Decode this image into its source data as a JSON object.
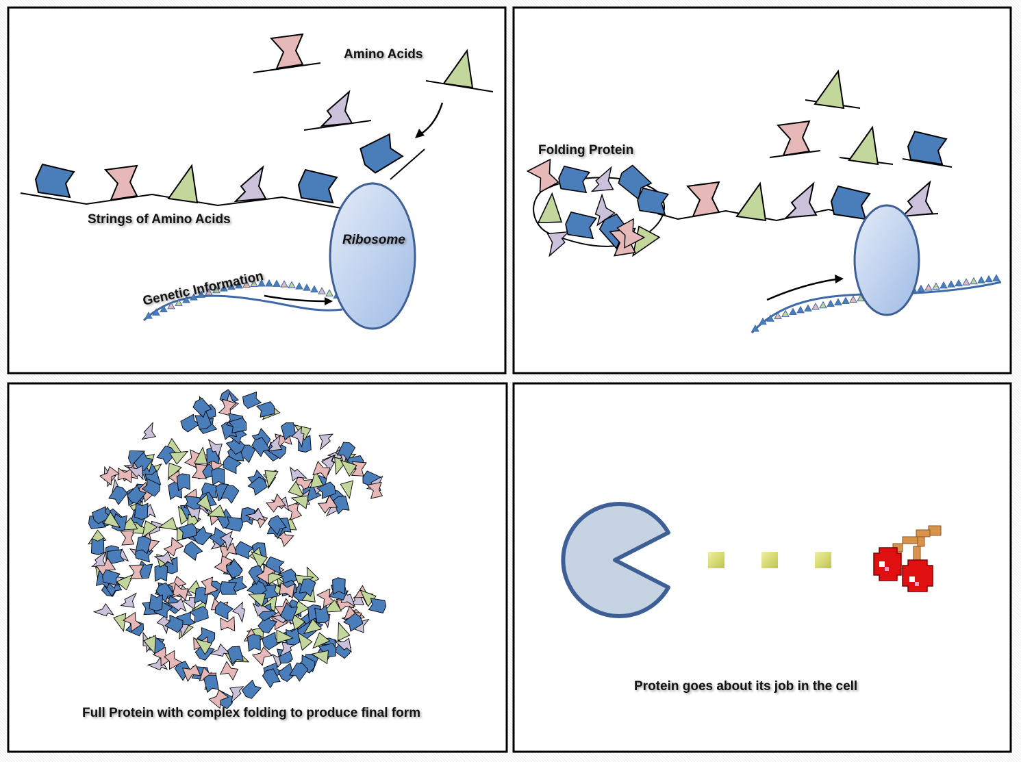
{
  "panels": {
    "p1": {
      "amino_acids_label": "Amino Acids",
      "strings_label": "Strings of Amino Acids",
      "ribosome_label": "Ribosome",
      "genetic_label": "Genetic Information"
    },
    "p2": {
      "folding_label": "Folding Protein"
    },
    "p3": {
      "caption": "Full Protein with complex folding to produce final form"
    },
    "p4": {
      "caption": "Protein goes about its job in the cell"
    }
  },
  "colors": {
    "blue": "#4a7ebb",
    "pink": "#e6b9b8",
    "green": "#c3d69b",
    "purple": "#ccc1da",
    "ribosome": "#b9cdeb",
    "pacman": "#c6d3e3",
    "pellet": "#d7d96a",
    "cherry": "#e01010"
  }
}
